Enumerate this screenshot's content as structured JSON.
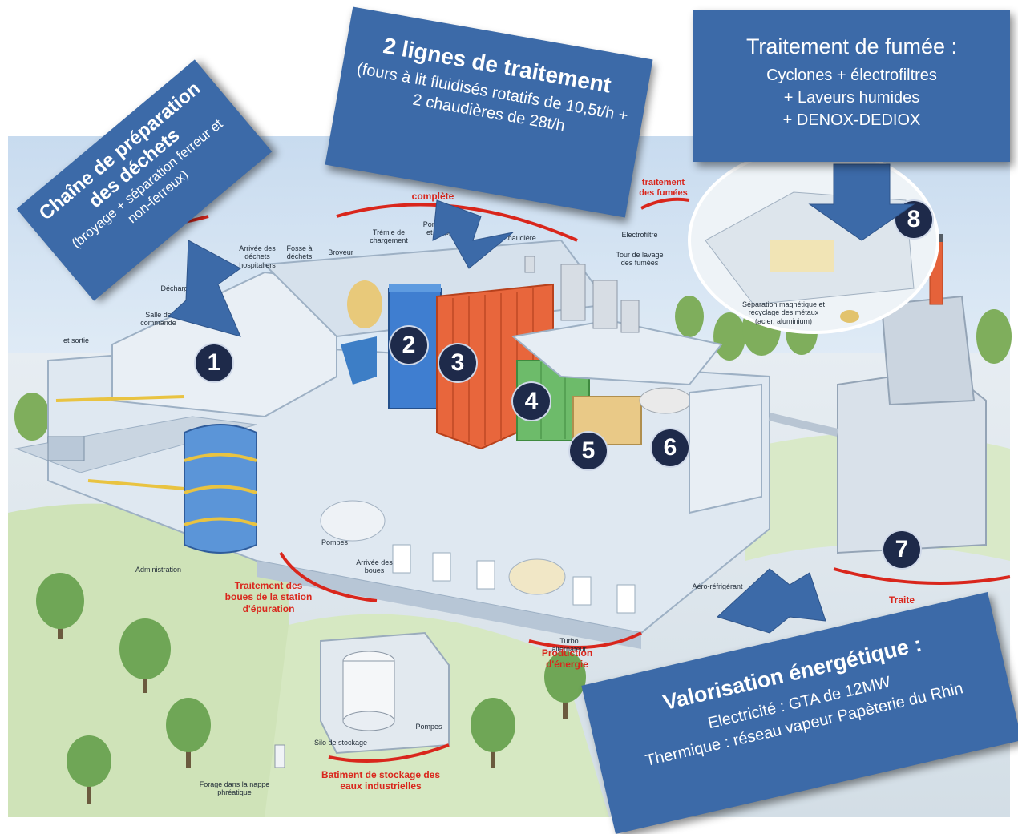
{
  "callouts": {
    "prep": {
      "title": "Chaîne de préparation des déchets",
      "detail": "(broyage + séparation ferreur et non-ferreux)"
    },
    "lines": {
      "title": "2 lignes de traitement",
      "detail": "(fours à lit fluidisés rotatifs de 10,5t/h + 2 chaudières de 28t/h"
    },
    "smoke": {
      "title": "Traitement de fumée :",
      "line1": "Cyclones + électrofiltres",
      "line2": "+ Laveurs humides",
      "line3": "+ DENOX-DEDIOX"
    },
    "energy": {
      "title": "Valorisation énergétique :",
      "line1": "Electricité : GTA de 12MW",
      "line2": "Thermique : réseau vapeur Papèterie du Rhin"
    }
  },
  "markers": [
    "1",
    "2",
    "3",
    "4",
    "5",
    "6",
    "7",
    "8"
  ],
  "labels": {
    "arrivee_hosp": "Arrivée des déchets hospitaliers",
    "fosse": "Fosse à déchets",
    "broyeur": "Broyeur",
    "tremie": "Trémie de chargement",
    "pont": "Pont roulant et grappin",
    "chaudiere": "Chaudière",
    "electrofiltre": "Electrofiltre",
    "tour_lavage": "Tour de lavage des fumées",
    "decharge": "Décharge",
    "salle": "Salle de commande",
    "sortie": "et sortie",
    "pompes1": "Pompes",
    "arrivee_boues": "Arrivée des boues",
    "administration": "Administration",
    "aero": "Aéro-réfrigérant",
    "turbo": "Turbo alternateur",
    "silo": "Silo de stockage",
    "pompes2": "Pompes",
    "forage": "Forage dans la nappe phréatique",
    "separation": "Séparation magnétique et recyclage des métaux (acier, aluminium)"
  },
  "zones": {
    "incin": "complète",
    "fumees": "traitement des fumées",
    "boues": "Traitement des boues de la station d'épuration",
    "energie": "Production d'énergie",
    "stockage": "Batiment de stockage des eaux industrielles",
    "trait7": "Traite"
  }
}
